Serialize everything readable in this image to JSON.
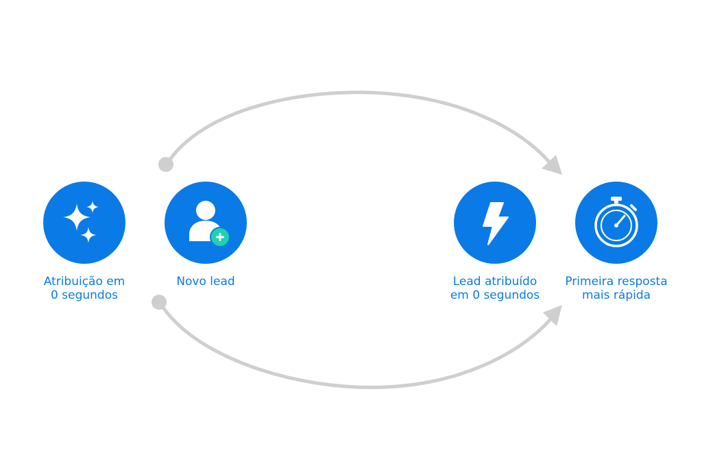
{
  "colors": {
    "primary": "#0a7ae6",
    "accent": "#1fd1b0",
    "connector": "#cfcfcf",
    "icon": "#ffffff"
  },
  "nodes": [
    {
      "id": "atribuicao",
      "icon": "sparkles-icon",
      "label_lines": [
        "Atribuição em",
        "0 segundos"
      ]
    },
    {
      "id": "novo-lead",
      "icon": "user-add-icon",
      "label_lines": [
        "Novo lead"
      ]
    },
    {
      "id": "lead-atribuido",
      "icon": "lightning-icon",
      "label_lines": [
        "Lead atribuído",
        "em 0 segundos"
      ]
    },
    {
      "id": "primeira-resposta",
      "icon": "stopwatch-icon",
      "label_lines": [
        "Primeira resposta",
        "mais rápida"
      ]
    }
  ],
  "connectors": [
    {
      "id": "top-arc",
      "from": "novo-lead",
      "to": "primeira-resposta"
    },
    {
      "id": "bottom-arc",
      "from": "novo-lead",
      "to": "primeira-resposta"
    }
  ]
}
